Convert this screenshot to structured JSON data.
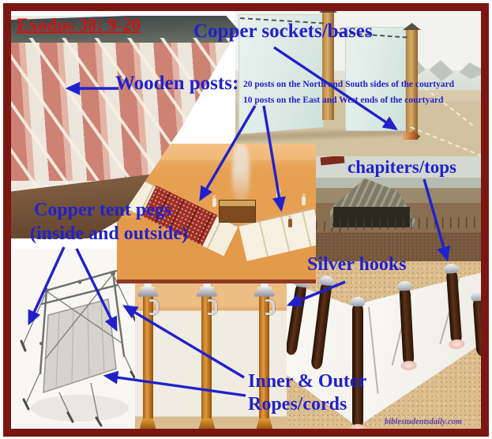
{
  "title": {
    "text": "Exodus 38: 9-20"
  },
  "labels": {
    "copper_sockets": "Copper sockets/bases",
    "wooden_posts": "Wooden posts:",
    "posts_note_1": "20 posts on the North and South sides of the courtyard",
    "posts_note_2": "10 posts on the East and West ends of the courtyard",
    "tent_pegs_1": "Copper tent pegs",
    "tent_pegs_2": "(inside and outside)",
    "chapiters": "chapiters/tops",
    "silver_hooks": "Silver hooks",
    "ropes_1": "Inner & Outer",
    "ropes_2": "Ropes/cords",
    "watermark": "biblestudentsdaily.com"
  },
  "colors": {
    "frame_border": "#7a1712",
    "label_blue": "#2121cc",
    "title_red": "#cc1414",
    "watermark_purple": "#5a3fae"
  }
}
